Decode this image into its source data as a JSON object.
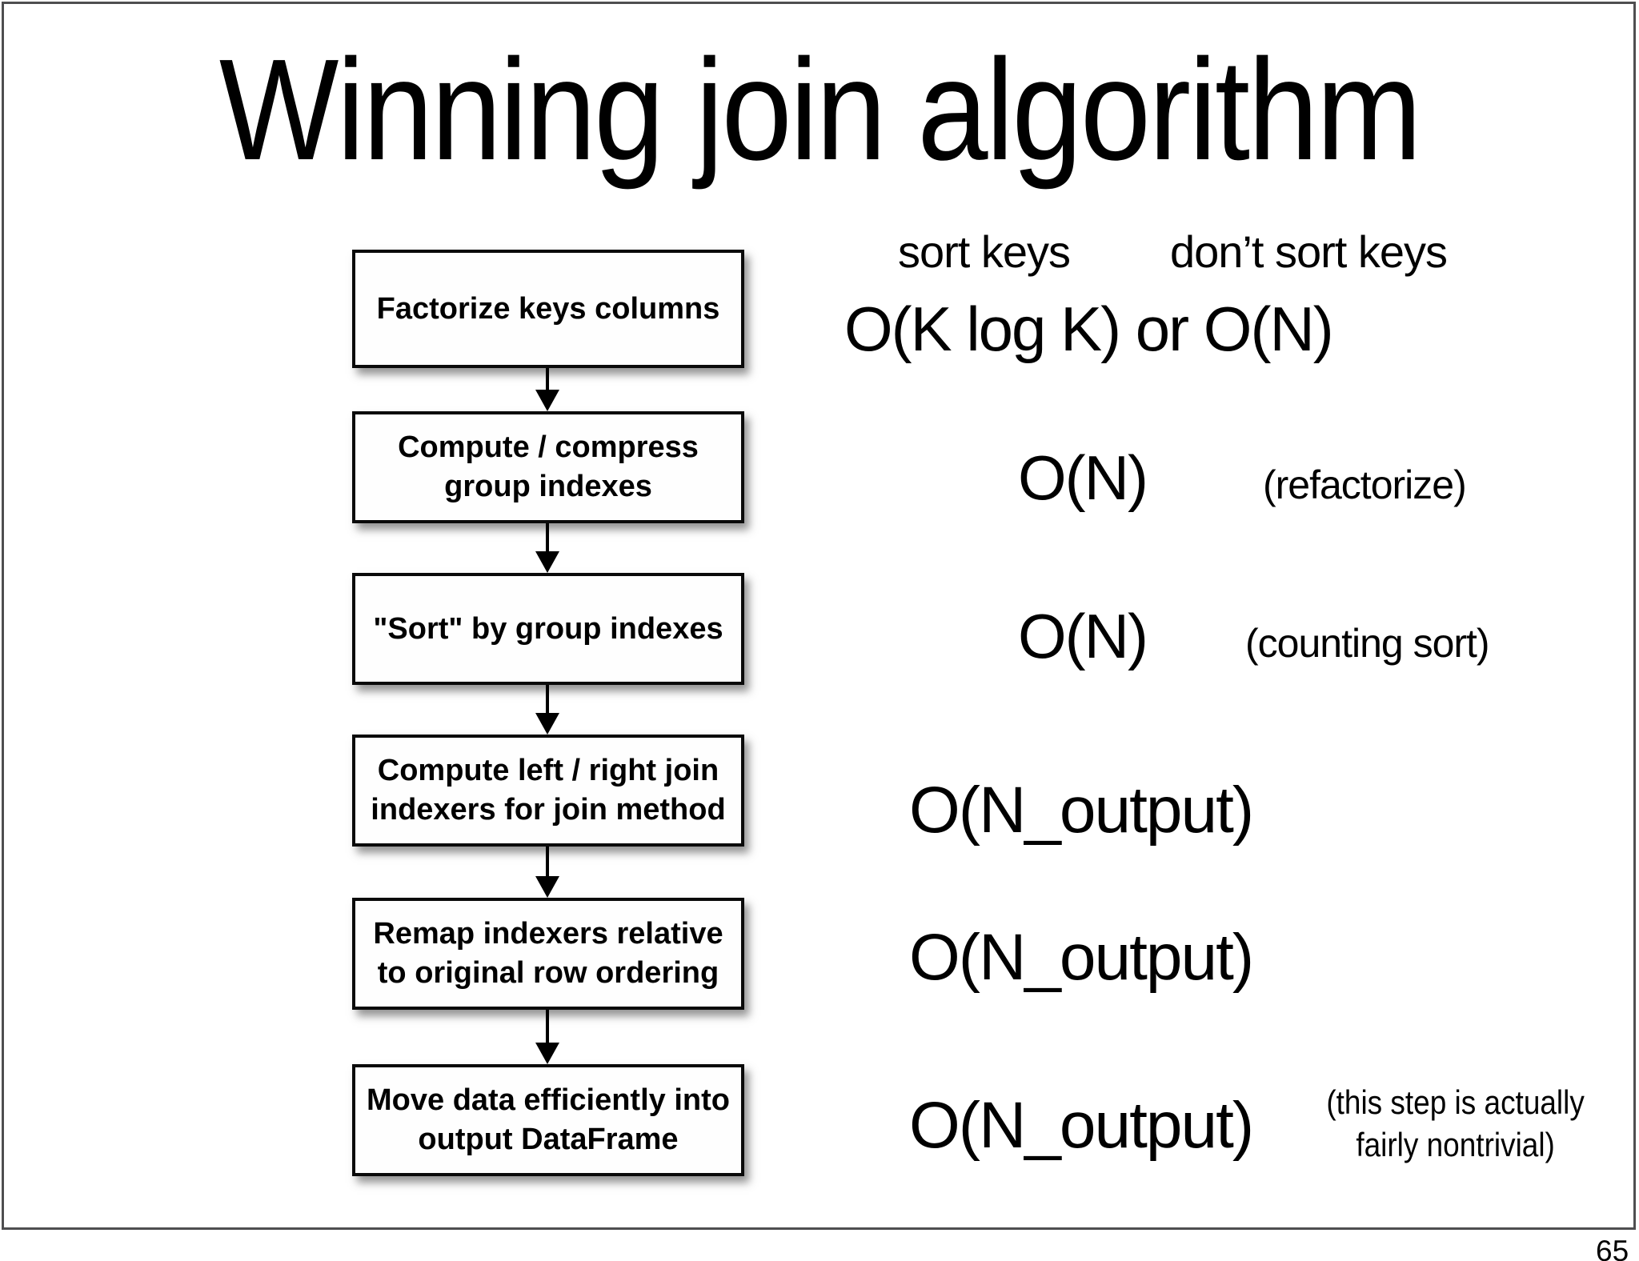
{
  "slide": {
    "title": "Winning join algorithm",
    "page_number": "65"
  },
  "flowchart": {
    "steps": [
      {
        "label": "Factorize keys columns"
      },
      {
        "label": "Compute / compress\ngroup indexes"
      },
      {
        "label": "\"Sort\" by group indexes"
      },
      {
        "label": "Compute left / right join\nindexers for join method"
      },
      {
        "label": "Remap indexers relative\nto original row ordering"
      },
      {
        "label": "Move data efficiently into\noutput DataFrame"
      }
    ]
  },
  "complexity": {
    "header_left": "sort keys",
    "header_right": "don’t sort keys",
    "row_factorize": "O(K log K) or O(N)",
    "row_group": {
      "big_o": "O(N)",
      "note": "(refactorize)"
    },
    "row_sort": {
      "big_o": "O(N)",
      "note": "(counting sort)"
    },
    "row_indexers": {
      "big_o": "O(N_output)"
    },
    "row_remap": {
      "big_o": "O(N_output)"
    },
    "row_move": {
      "big_o": "O(N_output)",
      "note": "(this step is actually\nfairly nontrivial)"
    }
  }
}
